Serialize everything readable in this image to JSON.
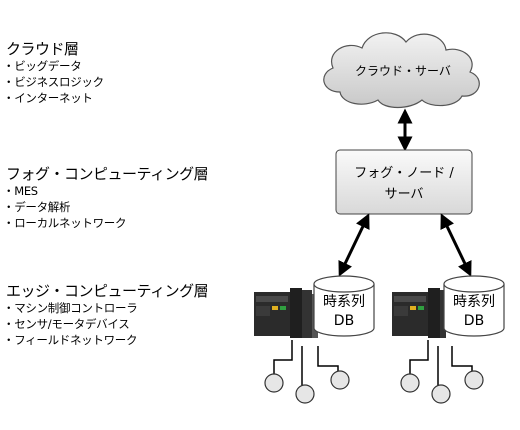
{
  "layers": {
    "cloud": {
      "title": "クラウド層",
      "items": [
        "ビッグデータ",
        "ビジネスロジック",
        "インターネット"
      ]
    },
    "fog": {
      "title": "フォグ・コンピューティング層",
      "items": [
        "MES",
        "データ解析",
        "ローカルネットワーク"
      ]
    },
    "edge": {
      "title": "エッジ・コンピューティング層",
      "items": [
        "マシン制御コントローラ",
        "センサ/モータデバイス",
        "フィールドネットワーク"
      ]
    }
  },
  "diagram": {
    "cloud_label": "クラウド・サーバ",
    "fog_label_line1": "フォグ・ノード /",
    "fog_label_line2": "サーバ",
    "db_left": {
      "line1": "時系列",
      "line2": "DB"
    },
    "db_right": {
      "line1": "時系列",
      "line2": "DB"
    }
  },
  "colors": {
    "box_fill": "#ececec",
    "cloud_fill": "#dcdcdc",
    "stroke": "#333333",
    "arrow": "#000000"
  }
}
